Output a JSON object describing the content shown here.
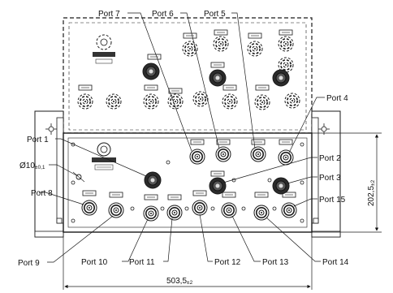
{
  "drawing": {
    "labels": {
      "port1": "Port 1",
      "port2": "Port 2",
      "port3": "Port 3",
      "port4": "Port 4",
      "port5": "Port 5",
      "port6": "Port 6",
      "port7": "Port 7",
      "port8": "Port 8",
      "port9": "Port 9",
      "port10": "Port 10",
      "port11": "Port 11",
      "port12": "Port 12",
      "port13": "Port 13",
      "port14": "Port 14",
      "port15": "Port 15"
    },
    "dimensions": {
      "hole_prefix": "Ø10",
      "hole_tol": "±0,1",
      "width_value": "503,5",
      "width_tol": "±2",
      "height_value": "202,5",
      "height_tol": "±2"
    },
    "colors": {
      "line": "#1a1a1a",
      "connector_dark": "#2b2b2b",
      "panel": "#ffffff"
    }
  }
}
